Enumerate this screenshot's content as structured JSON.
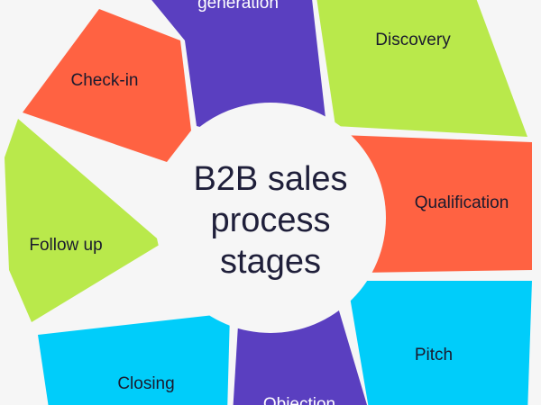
{
  "diagram": {
    "center_title": "B2B sales process stages",
    "colors": {
      "purple": "#5a3fc0",
      "lime": "#b9e94b",
      "coral": "#ff6242",
      "cyan": "#00cdfa",
      "center_bg": "#f6f6f6"
    },
    "segments": [
      {
        "key": "lead-generation",
        "label": "generation",
        "color": "#5a3fc0",
        "dark": true
      },
      {
        "key": "discovery",
        "label": "Discovery",
        "color": "#b9e94b",
        "dark": false
      },
      {
        "key": "qualification",
        "label": "Qualification",
        "color": "#ff6242",
        "dark": false
      },
      {
        "key": "pitch",
        "label": "Pitch",
        "color": "#00cdfa",
        "dark": false
      },
      {
        "key": "objection",
        "label": "Objection",
        "color": "#5a3fc0",
        "dark": true
      },
      {
        "key": "closing",
        "label": "Closing",
        "color": "#00cdfa",
        "dark": false
      },
      {
        "key": "follow-up",
        "label": "Follow up",
        "color": "#b9e94b",
        "dark": false
      },
      {
        "key": "check-in",
        "label": "Check-in",
        "color": "#ff6242",
        "dark": false
      }
    ]
  }
}
